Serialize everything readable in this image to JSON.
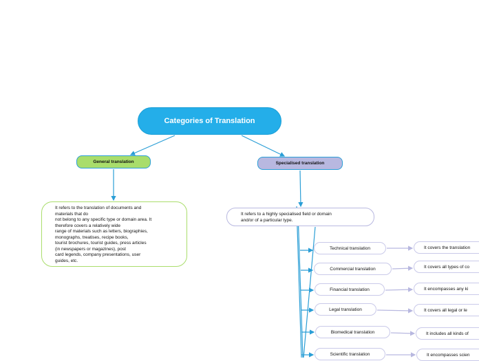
{
  "root": {
    "label": "Categories of Translation"
  },
  "general": {
    "label": "General translation",
    "description": [
      "It refers to the translation of documents and",
      "materials that do",
      "not belong to any specific type or domain area. It",
      "therefore covers a relatively wide",
      "range of materials such as letters, biographies,",
      "monographs, treatises, recipe books,",
      "tourist brochures, tourist guides, press articles",
      "(in newspapers or magazines), post",
      "card legends, company presentations, user",
      "guides, etc."
    ]
  },
  "specialised": {
    "label": "Specialised translation",
    "description": [
      "It refers to a highly specialised field or domain",
      "and/or of a particular type."
    ],
    "categories": [
      {
        "label": "Technical translation",
        "detail": "It covers the translation"
      },
      {
        "label": "Commercial translation",
        "detail": "It covers all types of co"
      },
      {
        "label": "Financial translation",
        "detail": "It encompasses any ki"
      },
      {
        "label": "Legal translation",
        "detail": "It covers all legal or le"
      },
      {
        "label": "Biomedical translation",
        "detail": "It includes all kinds of"
      },
      {
        "label": "Scientific translation",
        "detail": "It encompasses scien"
      }
    ]
  },
  "colors": {
    "root_fill": "#24aee9",
    "general_fill": "#a9dd6b",
    "specialised_fill": "#b8b8e0",
    "connector_blue": "#2a9ed6",
    "connector_lavender": "#b8b8e0"
  }
}
